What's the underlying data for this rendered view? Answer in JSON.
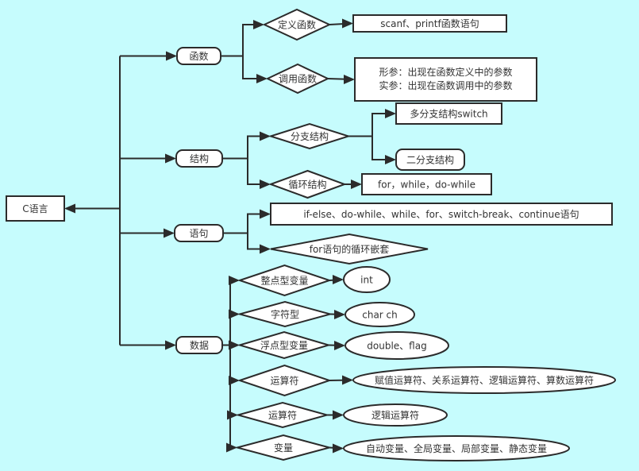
{
  "diagram": {
    "title": "C语言",
    "background": "#c6fcfd",
    "stroke_color": "#2b2b2b",
    "text_color": "#333333",
    "root": {
      "id": "root",
      "label": "C语言",
      "shape": "rect"
    },
    "branches": [
      {
        "id": "func",
        "label": "函数",
        "shape": "rounded",
        "children": [
          {
            "id": "func-def",
            "label": "定义函数",
            "shape": "diamond",
            "children": [
              {
                "id": "func-def-leaf",
                "label": "scanf、printf函数语句",
                "shape": "rect"
              }
            ]
          },
          {
            "id": "func-call",
            "label": "调用函数",
            "shape": "diamond",
            "children": [
              {
                "id": "func-call-leaf",
                "label": [
                  "形参：出现在函数定义中的参数",
                  "实参：出现在函数调用中的参数"
                ],
                "shape": "rect"
              }
            ]
          }
        ]
      },
      {
        "id": "struct",
        "label": "结构",
        "shape": "rounded",
        "children": [
          {
            "id": "struct-branch",
            "label": "分支结构",
            "shape": "diamond",
            "children": [
              {
                "id": "struct-branch-multi",
                "label": "多分支结构switch",
                "shape": "rect"
              },
              {
                "id": "struct-branch-two",
                "label": "二分支结构",
                "shape": "rounded"
              }
            ]
          },
          {
            "id": "struct-loop",
            "label": "循环结构",
            "shape": "diamond",
            "children": [
              {
                "id": "struct-loop-leaf",
                "label": "for，while，do-while",
                "shape": "rect"
              }
            ]
          }
        ]
      },
      {
        "id": "stmt",
        "label": "语句",
        "shape": "rounded",
        "children": [
          {
            "id": "stmt-list",
            "label": "if-else、do-while、while、for、switch-break、continue语句",
            "shape": "rect"
          },
          {
            "id": "stmt-nest",
            "label": "for语句的循环嵌套",
            "shape": "diamond"
          }
        ]
      },
      {
        "id": "data",
        "label": "数据",
        "shape": "rounded",
        "children": [
          {
            "id": "data-int",
            "label": "整点型变量",
            "shape": "diamond",
            "children": [
              {
                "id": "data-int-leaf",
                "label": "int",
                "shape": "ellipse"
              }
            ]
          },
          {
            "id": "data-char",
            "label": "字符型",
            "shape": "diamond",
            "children": [
              {
                "id": "data-char-leaf",
                "label": "char ch",
                "shape": "ellipse"
              }
            ]
          },
          {
            "id": "data-float",
            "label": "浮点型变量",
            "shape": "diamond",
            "children": [
              {
                "id": "data-float-leaf",
                "label": "double、flag",
                "shape": "ellipse"
              }
            ]
          },
          {
            "id": "data-op1",
            "label": "运算符",
            "shape": "diamond",
            "children": [
              {
                "id": "data-op1-leaf",
                "label": "赋值运算符、关系运算符、逻辑运算符、算数运算符",
                "shape": "ellipse"
              }
            ]
          },
          {
            "id": "data-op2",
            "label": "运算符",
            "shape": "diamond",
            "children": [
              {
                "id": "data-op2-leaf",
                "label": "逻辑运算符",
                "shape": "ellipse"
              }
            ]
          },
          {
            "id": "data-var",
            "label": "变量",
            "shape": "diamond",
            "children": [
              {
                "id": "data-var-leaf",
                "label": "自动变量、全局变量、局部变量、静态变量",
                "shape": "ellipse"
              }
            ]
          }
        ]
      }
    ]
  }
}
